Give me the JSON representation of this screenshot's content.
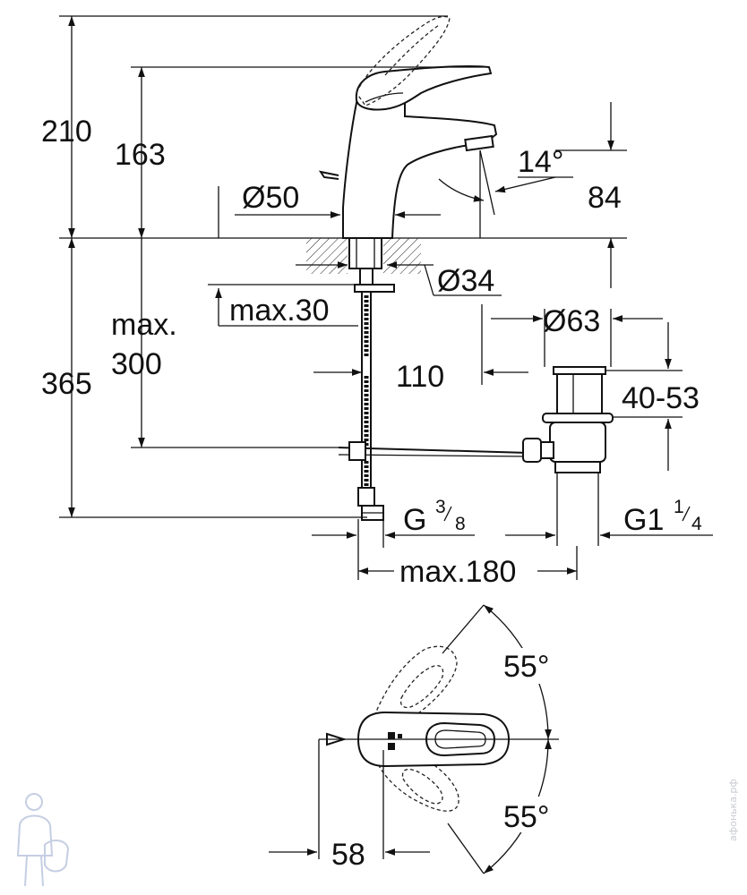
{
  "side_view": {
    "dims": {
      "total_height": "210",
      "spout_height": "163",
      "base_diameter": "Ø50",
      "spout_angle": "14°",
      "spout_reach": "84",
      "pipe_diameter": "Ø34",
      "max_thickness": "max.30",
      "max_depth_line1": "max.",
      "max_depth_line2": "300",
      "below_height": "365",
      "drain_offset": "110",
      "drain_diameter": "Ø63",
      "drain_range": "40-53",
      "supply_thread": "G",
      "supply_thread_num": "3",
      "supply_thread_den": "8",
      "drain_thread": "G1",
      "drain_thread_num": "1",
      "drain_thread_den": "4",
      "drain_distance": "max.180"
    }
  },
  "top_view": {
    "dims": {
      "swing_angle_up": "55°",
      "swing_angle_down": "55°",
      "handle_offset": "58"
    }
  },
  "watermark": {
    "side_text": "афонька.рф"
  },
  "colors": {
    "line": "#111111",
    "background": "#ffffff",
    "watermark": "#c9cbd1"
  }
}
